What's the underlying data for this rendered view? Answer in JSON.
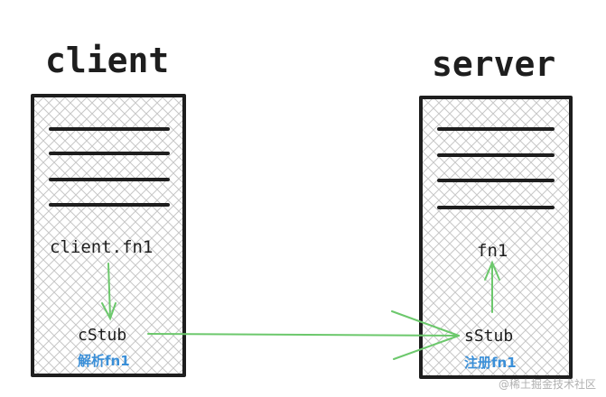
{
  "colors": {
    "ink": "#1e1e1e",
    "hatch": "#c7c7c7",
    "arrow": "#6cc86c",
    "note": "#3a8fd8",
    "watermark": "#b0b0b0"
  },
  "client": {
    "title": "client",
    "call": "client.fn1",
    "stub": "cStub",
    "note": "解析fn1"
  },
  "server": {
    "title": "server",
    "fn": "fn1",
    "stub": "sStub",
    "note": "注册fn1"
  },
  "watermark": "@稀土掘金技术社区"
}
